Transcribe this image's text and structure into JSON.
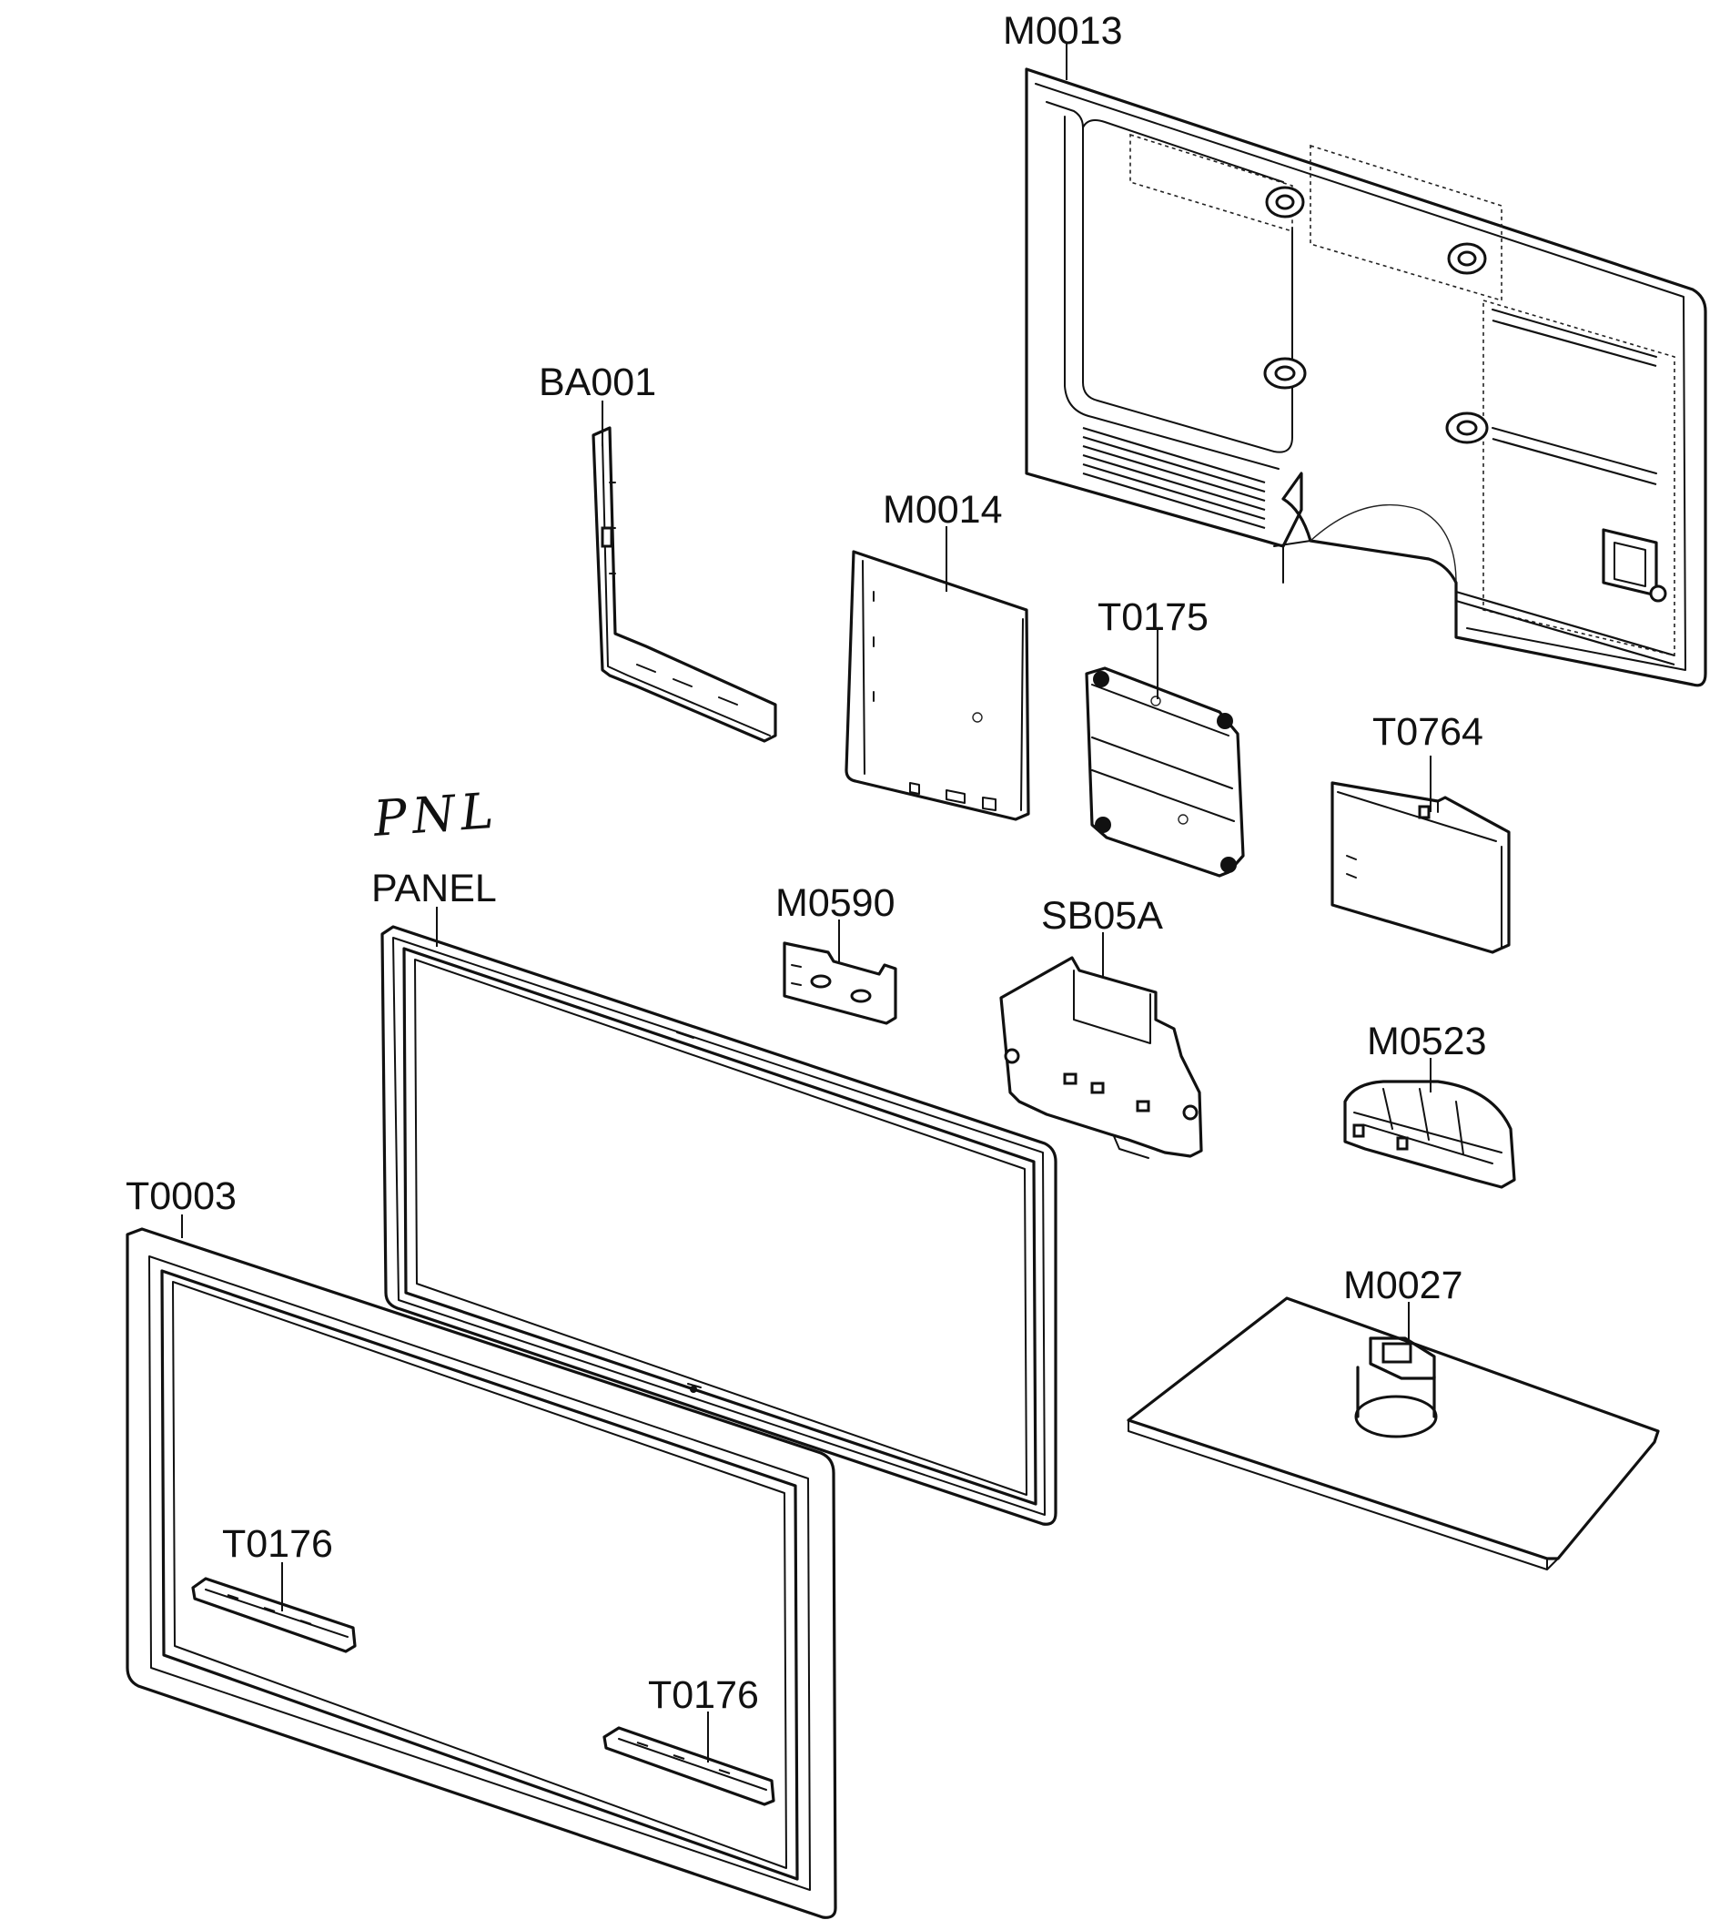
{
  "labels": {
    "m0013": "M0013",
    "ba001": "BA001",
    "m0014": "M0014",
    "t0175": "T0175",
    "t0764": "T0764",
    "handwritten": "PNL",
    "panel": "PANEL",
    "m0590": "M0590",
    "sb05a": "SB05A",
    "m0523": "M0523",
    "t0003": "T0003",
    "m0027": "M0027",
    "t0176_left": "T0176",
    "t0176_right": "T0176"
  },
  "colors": {
    "ink": "#111111",
    "background": "#ffffff"
  }
}
